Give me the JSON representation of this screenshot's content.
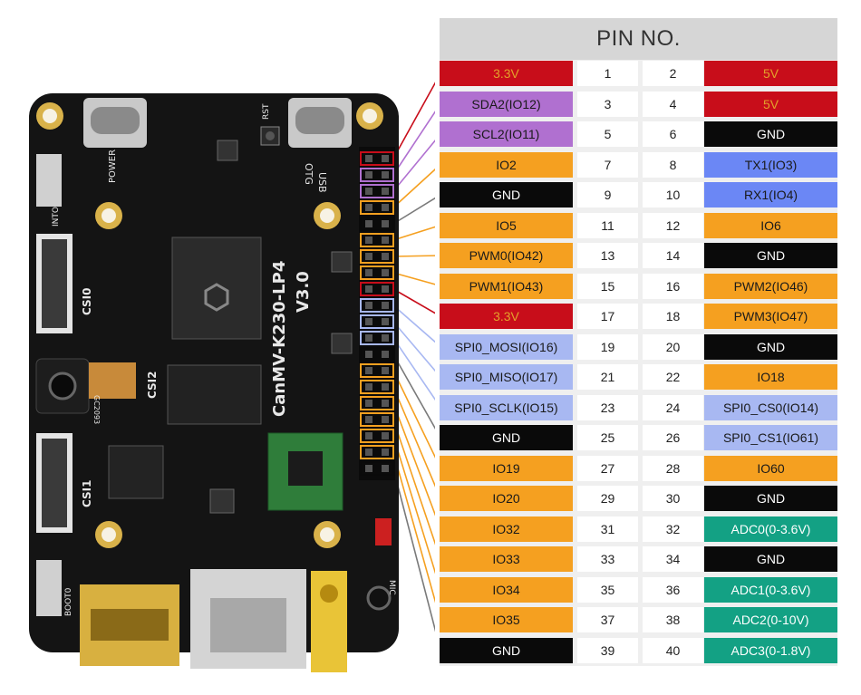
{
  "header": "PIN NO.",
  "colors": {
    "red": "#c80d1a",
    "purple": "#b070d0",
    "orange": "#f5a020",
    "black": "#0a0a0a",
    "blue": "#6b87f5",
    "lightblue": "#a8b8f2",
    "green": "#13a184"
  },
  "pins": [
    {
      "l": "3.3V",
      "lc": "red",
      "ln": "1",
      "rn": "2",
      "r": "5V",
      "rc": "red"
    },
    {
      "l": "SDA2(IO12)",
      "lc": "purple",
      "ln": "3",
      "rn": "4",
      "r": "5V",
      "rc": "red"
    },
    {
      "l": "SCL2(IO11)",
      "lc": "purple",
      "ln": "5",
      "rn": "6",
      "r": "GND",
      "rc": "black"
    },
    {
      "l": "IO2",
      "lc": "orange",
      "ln": "7",
      "rn": "8",
      "r": "TX1(IO3)",
      "rc": "blue"
    },
    {
      "l": "GND",
      "lc": "black",
      "ln": "9",
      "rn": "10",
      "r": "RX1(IO4)",
      "rc": "blue"
    },
    {
      "l": "IO5",
      "lc": "orange",
      "ln": "11",
      "rn": "12",
      "r": "IO6",
      "rc": "orange"
    },
    {
      "l": "PWM0(IO42)",
      "lc": "orange",
      "ln": "13",
      "rn": "14",
      "r": "GND",
      "rc": "black"
    },
    {
      "l": "PWM1(IO43)",
      "lc": "orange",
      "ln": "15",
      "rn": "16",
      "r": "PWM2(IO46)",
      "rc": "orange"
    },
    {
      "l": "3.3V",
      "lc": "red",
      "ln": "17",
      "rn": "18",
      "r": "PWM3(IO47)",
      "rc": "orange"
    },
    {
      "l": "SPI0_MOSI(IO16)",
      "lc": "lightblue",
      "ln": "19",
      "rn": "20",
      "r": "GND",
      "rc": "black"
    },
    {
      "l": "SPI0_MISO(IO17)",
      "lc": "lightblue",
      "ln": "21",
      "rn": "22",
      "r": "IO18",
      "rc": "orange"
    },
    {
      "l": "SPI0_SCLK(IO15)",
      "lc": "lightblue",
      "ln": "23",
      "rn": "24",
      "r": "SPI0_CS0(IO14)",
      "rc": "lightblue"
    },
    {
      "l": "GND",
      "lc": "black",
      "ln": "25",
      "rn": "26",
      "r": "SPI0_CS1(IO61)",
      "rc": "lightblue"
    },
    {
      "l": "IO19",
      "lc": "orange",
      "ln": "27",
      "rn": "28",
      "r": "IO60",
      "rc": "orange"
    },
    {
      "l": "IO20",
      "lc": "orange",
      "ln": "29",
      "rn": "30",
      "r": "GND",
      "rc": "black"
    },
    {
      "l": "IO32",
      "lc": "orange",
      "ln": "31",
      "rn": "32",
      "r": "ADC0(0-3.6V)",
      "rc": "green"
    },
    {
      "l": "IO33",
      "lc": "orange",
      "ln": "33",
      "rn": "34",
      "r": "GND",
      "rc": "black"
    },
    {
      "l": "IO34",
      "lc": "orange",
      "ln": "35",
      "rn": "36",
      "r": "ADC1(0-3.6V)",
      "rc": "green"
    },
    {
      "l": "IO35",
      "lc": "orange",
      "ln": "37",
      "rn": "38",
      "r": "ADC2(0-10V)",
      "rc": "green"
    },
    {
      "l": "GND",
      "lc": "black",
      "ln": "39",
      "rn": "40",
      "r": "ADC3(0-1.8V)",
      "rc": "green"
    }
  ],
  "board": {
    "model": "CanMV-K230-LP4",
    "version": "V3.0",
    "labels": {
      "power": "POWER",
      "usb": "USB",
      "otg": "OTG",
      "rst": "RST",
      "into": "INTO",
      "csi0": "CSI0",
      "csi1": "CSI1",
      "csi2": "CSI2",
      "boot": "BOOT0",
      "mic": "MIC",
      "cam": "GC2093"
    }
  }
}
